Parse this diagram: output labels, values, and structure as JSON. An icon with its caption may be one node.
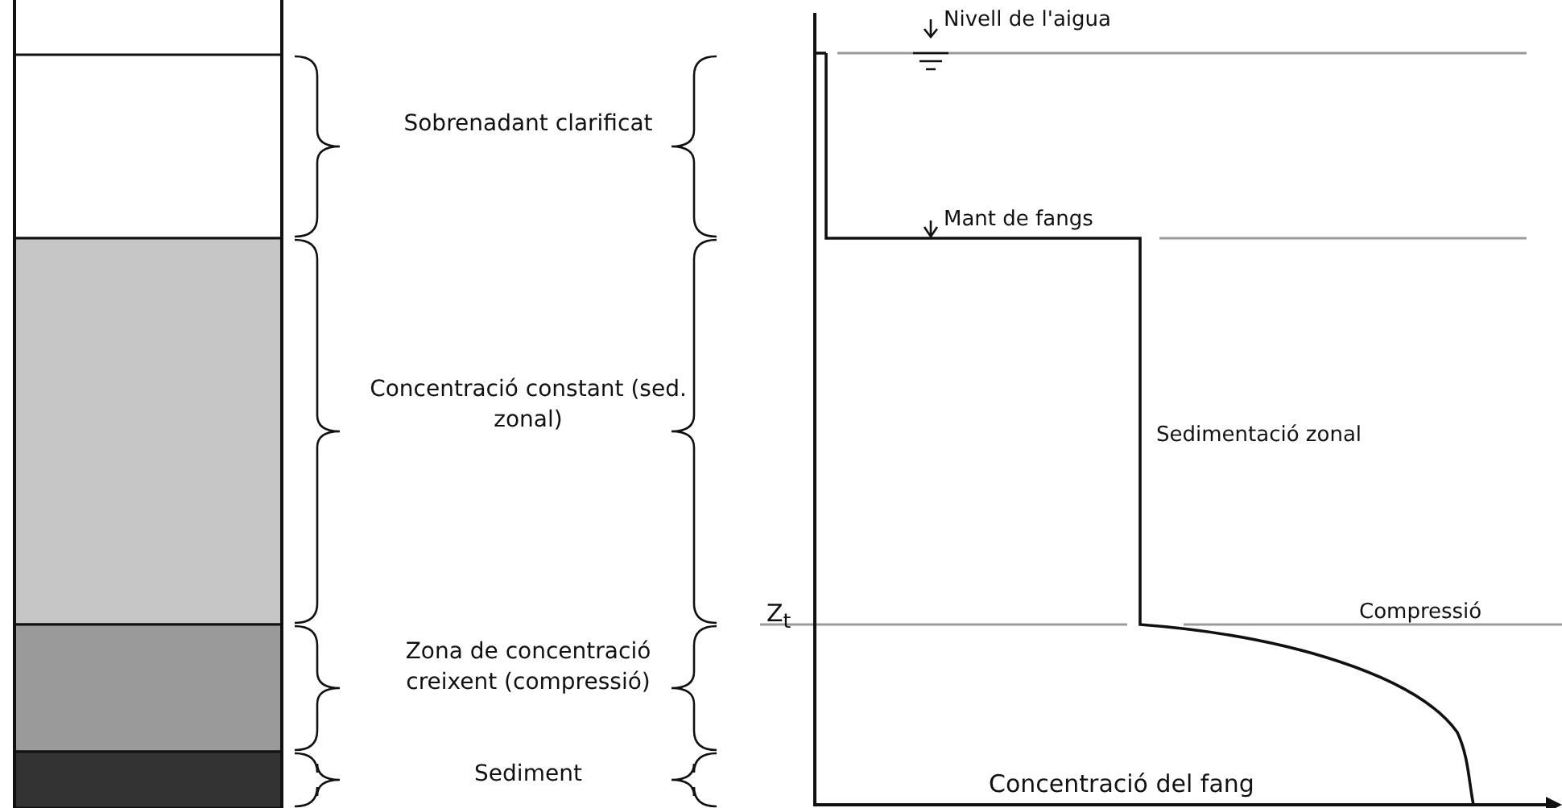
{
  "diagram": {
    "labels": [
      "Sobrenadant clarificat",
      "Concentració constant (sed. zonal)",
      "Zona de concentració creixent (compressió)",
      "Sediment",
      "Nivell de l'aigua",
      "Mant de fangs",
      "Sedimentació zonal",
      "Z$_{t}$",
      "Compressió",
      "Concentració del fang"
    ]
  }
}
